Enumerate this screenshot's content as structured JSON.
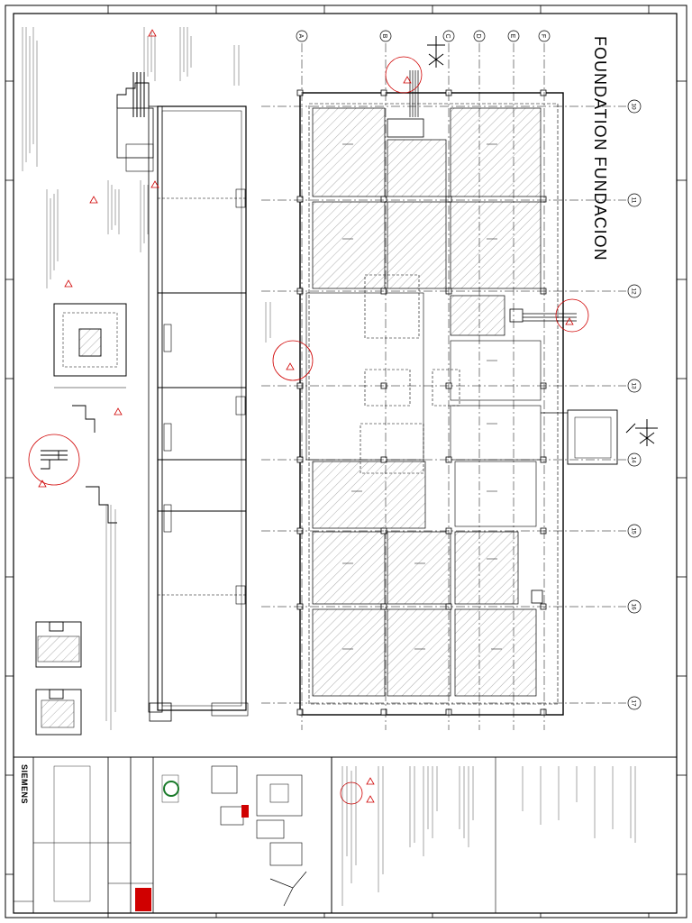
{
  "drawing": {
    "title": "FOUNDATION  FUNDACION",
    "company": "SIEMENS",
    "grid_letters": [
      "A",
      "B",
      "C",
      "D",
      "E",
      "F"
    ],
    "grid_numbers": [
      "10",
      "11",
      "12",
      "13",
      "14",
      "15",
      "16",
      "17"
    ]
  },
  "colors": {
    "line": "#000000",
    "revision_cloud": "#d00000",
    "hatch": "#6b6b6b",
    "sheet_bg": "#ffffff"
  }
}
